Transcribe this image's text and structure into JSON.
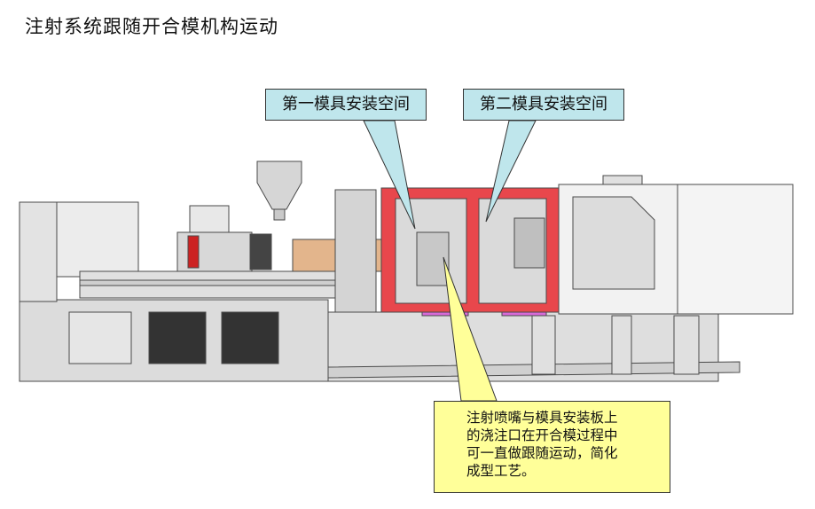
{
  "title": "注射系统跟随开合模机构运动",
  "callouts": {
    "first_mold_space": "第一模具安装空间",
    "second_mold_space": "第二模具安装空间",
    "nozzle_note": "注射喷嘴与模具安装板上\n的浇注口在开合模过程中\n可一直做跟随运动，简化\n成型工艺。"
  },
  "colors": {
    "callout_blue": "#bfe6ec",
    "callout_yellow": "#ffff99",
    "mold_frame_red": "#e8474c",
    "barrel_tan": "#e3b58c",
    "machine_gray": "#e6e6e6",
    "outline": "#4a4a4a",
    "accent_magenta": "#d86ad8",
    "injection_red": "#cc2222"
  }
}
